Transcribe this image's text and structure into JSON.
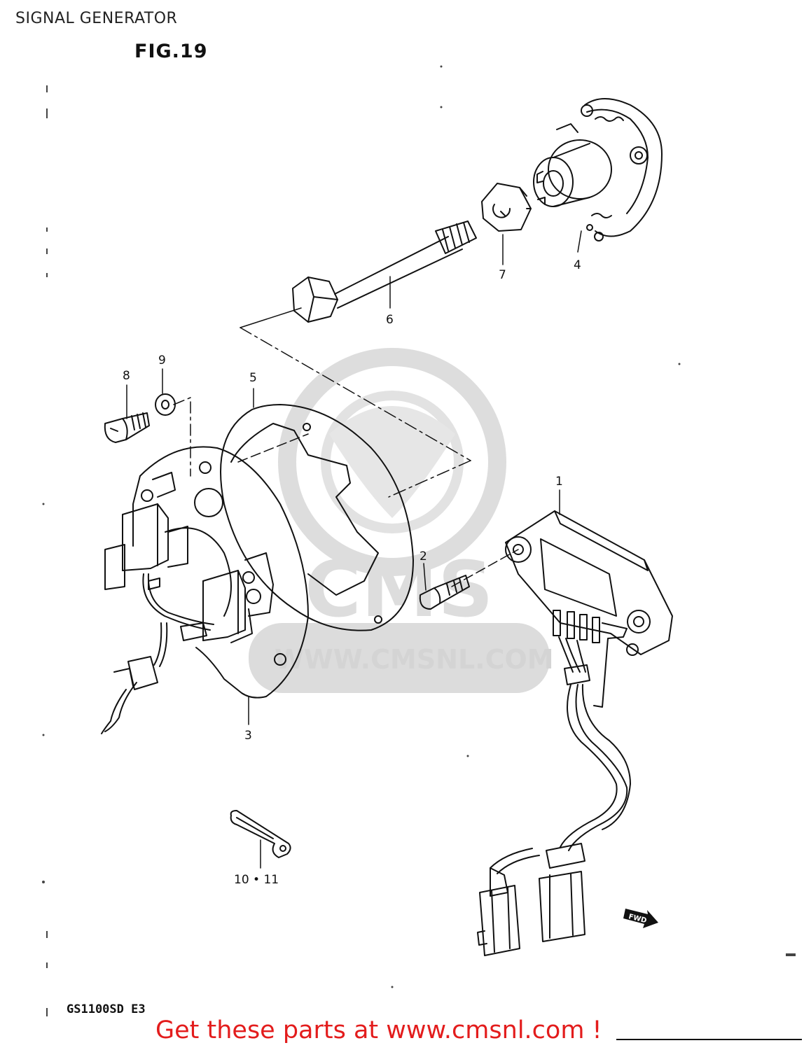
{
  "header": {
    "title": "SIGNAL GENERATOR",
    "figure": "FIG.19"
  },
  "diagram": {
    "callouts": [
      {
        "id": "c1",
        "text": "1"
      },
      {
        "id": "c2",
        "text": "2"
      },
      {
        "id": "c3",
        "text": "3"
      },
      {
        "id": "c4",
        "text": "4"
      },
      {
        "id": "c5",
        "text": "5"
      },
      {
        "id": "c6",
        "text": "6"
      },
      {
        "id": "c7",
        "text": "7"
      },
      {
        "id": "c8",
        "text": "8"
      },
      {
        "id": "c9",
        "text": "9"
      },
      {
        "id": "c10",
        "text": "10 • 11"
      }
    ],
    "fwd_label": "FWD",
    "watermark": {
      "logo": "CMS",
      "url": "WWW.CMSNL.COM"
    }
  },
  "footer": {
    "model": "GS1100SD  E3",
    "link": "Get these parts at www.cmsnl.com !"
  },
  "colors": {
    "line": "#111111",
    "link": "#e31c1c",
    "watermark": "#d6d6d6"
  }
}
